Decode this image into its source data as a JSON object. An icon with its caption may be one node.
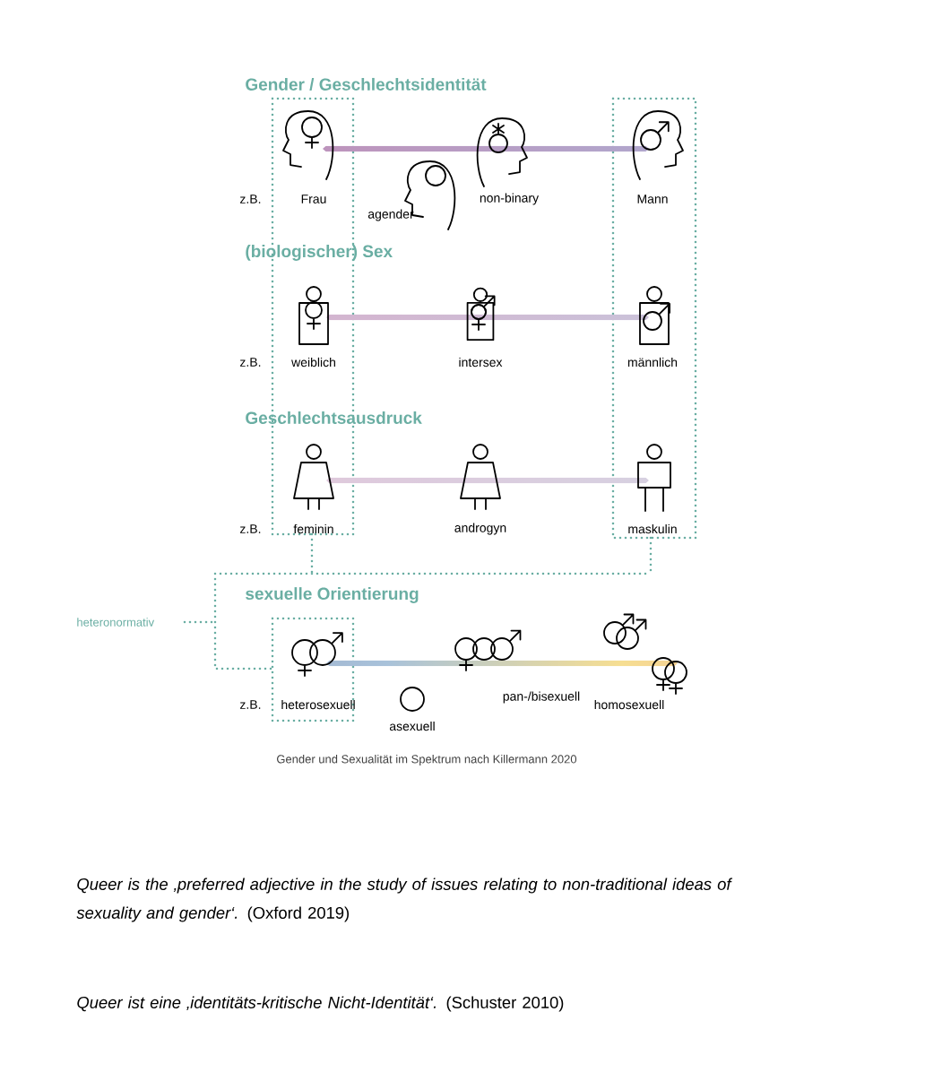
{
  "diagram": {
    "caption": "Gender und Sexualität im Spektrum nach Killermann 2020",
    "labels": [
      "Gender / Geschlechtsidentität",
      "z.B.",
      "Frau",
      "agender",
      "non-binary",
      "Mann",
      "(biologischer) Sex",
      "z.B.",
      "weiblich",
      "intersex",
      "männlich",
      "Geschlechtsausdruck",
      "z.B.",
      "feminin",
      "androgyn",
      "maskulin",
      "sexuelle Orientierung",
      "heteronormativ",
      "z.B.",
      "heterosexuell",
      "pan-/bisexuell",
      "asexuell",
      "homosexuell",
      "*Queer is the ‚preferred adjective in the study of issues relating to non-traditional ideas of sexuality and gender‘.* (Oxford 2019)",
      "*Queer ist eine ‚identitäts-kritische Nicht-Identität‘.* (Schuster 2010)"
    ]
  }
}
